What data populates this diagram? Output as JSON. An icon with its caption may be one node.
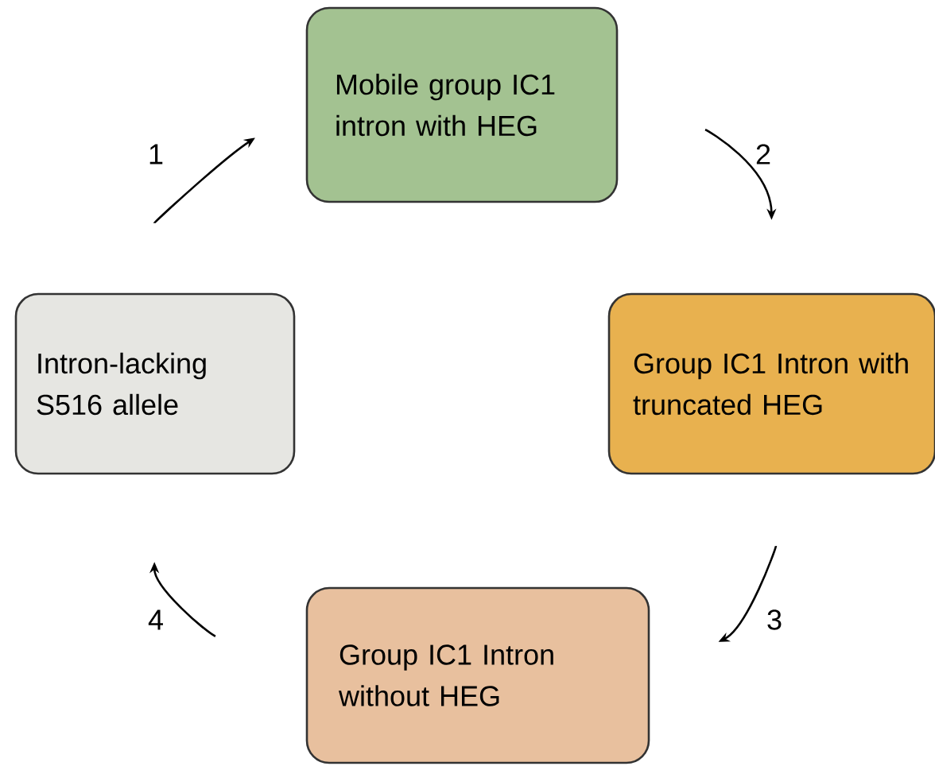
{
  "diagram": {
    "nodes": [
      {
        "text": [
          "Mobile group IC1 intron with HEG"
        ]
      },
      {
        "text": [
          "Group IC1 Intron with truncated HEG"
        ]
      },
      {
        "text": [
          "Group IC1 Intron without HEG"
        ]
      },
      {
        "text": [
          "Intron-lacking S516 allele"
        ]
      }
    ],
    "edges": [
      {
        "from": 3,
        "to": 0,
        "arrow": "to",
        "label": "1"
      },
      {
        "from": 0,
        "to": 1,
        "arrow": "to",
        "label": "2"
      },
      {
        "from": 1,
        "to": 2,
        "arrow": "to",
        "label": "3"
      },
      {
        "from": 2,
        "to": 3,
        "arrow": "to",
        "label": "4"
      }
    ]
  }
}
